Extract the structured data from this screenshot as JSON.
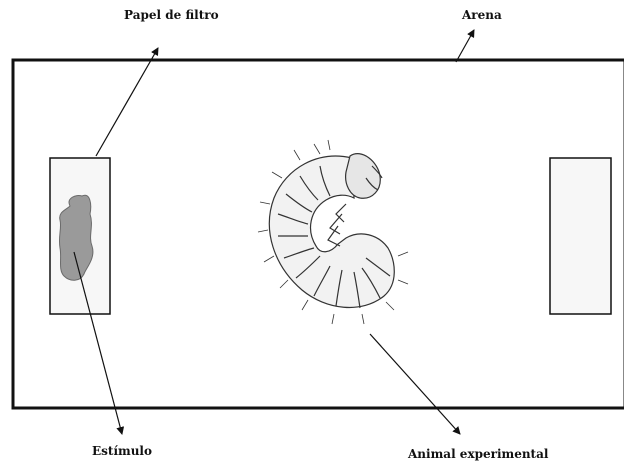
{
  "labels": {
    "filter_paper": "Papel de filtro",
    "arena": "Arena",
    "stimulus": "Estímulo",
    "experimental_animal": "Animal experimental"
  },
  "colors": {
    "line": "#111111",
    "stimulus_fill": "#9a9a9a",
    "paper_fill": "#f7f7f7",
    "larva_fill": "#f2f2f2"
  },
  "icons": {
    "larva": "larva-icon"
  }
}
